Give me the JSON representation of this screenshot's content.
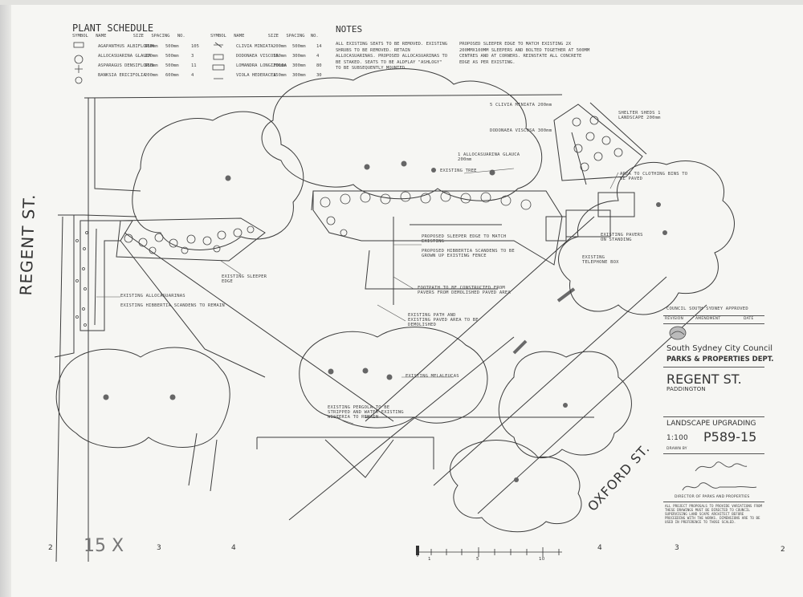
{
  "schedule": {
    "title": "PLANT SCHEDULE",
    "headers_left": [
      "SYMBOL",
      "NAME",
      "SIZE",
      "SPACING",
      "NO."
    ],
    "headers_right": [
      "SYMBOL",
      "NAME",
      "SIZE",
      "SPACING",
      "NO."
    ],
    "rows_left": [
      {
        "name": "AGAPANTHUS ALBIFLORUM",
        "size": "150mm",
        "spacing": "500mm",
        "no": "105"
      },
      {
        "name": "ALLOCASUARINA GLAUCA",
        "size": "200mm",
        "spacing": "500mm",
        "no": "3"
      },
      {
        "name": "ASPARAGUS DENSIFLORUS",
        "size": "150mm",
        "spacing": "500mm",
        "no": "11"
      },
      {
        "name": "BANKSIA ERICIFOLIA",
        "size": "200mm",
        "spacing": "600mm",
        "no": "4"
      }
    ],
    "rows_right": [
      {
        "name": "CLIVIA MINIATA",
        "size": "200mm",
        "spacing": "500mm",
        "no": "14"
      },
      {
        "name": "DODONAEA VISCOSA",
        "size": "150mm",
        "spacing": "300mm",
        "no": "4"
      },
      {
        "name": "LOMANDRA LONGIFOLIA",
        "size": "200mm",
        "spacing": "300mm",
        "no": "80"
      },
      {
        "name": "VIOLA HEDERACEA",
        "size": "150mm",
        "spacing": "300mm",
        "no": "30"
      }
    ]
  },
  "notes": {
    "title": "NOTES",
    "left": "ALL EXISTING SEATS TO BE REMOVED. EXISTING SHRUBS TO BE REMOVED. RETAIN ALLOCASUARINAS. PROPOSED ALLOCASUARINAS TO BE STAKED. SEATS TO BE ALDFLAY \"ASHLOGY\" TO BE SUBSEQUENTLY MOUNTED.",
    "right": "PROPOSED SLEEPER EDGE TO MATCH EXISTING 2X 200MMX100MM SLEEPERS AND BOLTED TOGETHER AT 500MM CENTRES AND AT CORNERS. REINSTATE ALL CONCRETE EDGE AS PER EXISTING."
  },
  "labels": {
    "street_left": "REGENT ST.",
    "street_right": "OXFORD ST.",
    "stamp": "15 X",
    "l_allocas_glauca": "1 ALLOCASUARINA GLAUCA 200mm",
    "l_existing_tree": "EXISTING TREE",
    "l_proposed_sleeper": "PROPOSED SLEEPER EDGE TO MATCH EXISTING",
    "l_proposed_hedera": "PROPOSED HIBBERTIA SCANDENS TO BE GROWN UP EXISTING FENCE",
    "l_footpath": "FOOTPATH TO BE CONSTRUCTED FROM PAVERS FROM DEMOLISHED PAVED AREA",
    "l_existing_path": "EXISTING PATH AND EXISTING PAVED AREA TO BE DEMOLISHED",
    "l_existing_sleeper": "EXISTING SLEEPER EDGE",
    "l_existing_allocas": "EXISTING ALLOCASUARINAS",
    "l_existing_hibbertia": "EXISTING HIBBERTIA SCANDENS TO REMAIN",
    "l_existing_melaleucas": "EXISTING MELALEUCAS",
    "l_pergola": "EXISTING PERGOLA TO BE STRIPPED AND WATER EXISTING WISTERIA TO REMAIN",
    "l_clivia": "5 CLIVIA MINIATA 200mm",
    "l_dodonaea": "DODONAEA VISCOSA 300mm",
    "l_shelter": "SHELTER SHEDS 1 LANDSCAPE 200mm",
    "l_bins": "AREA TO CLOTHING BINS TO BE PAVED",
    "l_telephone": "EXISTING TELEPHONE BOX",
    "l_pavers": "EXISTING PAVERS ON STANDING",
    "l_council_small": "COUNCIL SOUTH SYDNEY APPROVED",
    "tick_2a": "2",
    "tick_3a": "3",
    "tick_4a": "4",
    "tick_4b": "4",
    "tick_3b": "3",
    "tick_2b": "2",
    "ruler_1": "1",
    "ruler_5": "5",
    "ruler_10": "10"
  },
  "title_block": {
    "council": "South Sydney City Council",
    "dept": "PARKS & PROPERTIES DEPT.",
    "project": "REGENT ST.",
    "suburb": "PADDINGTON",
    "job": "LANDSCAPE UPGRADING",
    "scale": "1:100",
    "drawing_no": "P589-15",
    "drawn_by": "DRAWN BY",
    "date_label": "DATE",
    "rev_label": "REVISION",
    "amendment_label": "AMENDMENT",
    "signoff": "DIRECTOR OF PARKS AND PROPERTIES",
    "fine_print": "ALL PROJECT PROPOSALS TO PROVIDE VARIATIONS FROM THESE DRAWINGS MUST BE DIRECTED TO COUNCIL SUPERVISING LAND SCAPE ARCHITECT BEFORE PROCEEDING WITH THE WORKS. DIMENSIONS ARE TO BE USED IN PREFERENCE TO THOSE SCALED."
  },
  "colors": {
    "ink": "#3a3a3a",
    "paper": "#f6f6f3",
    "shade": "#8a8a8a"
  }
}
